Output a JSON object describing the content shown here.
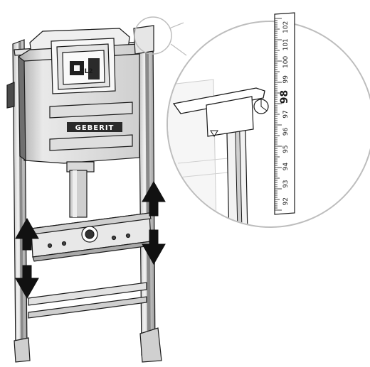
{
  "brand": {
    "logo_text": "GEBERIT",
    "cistern_badge": "CL2"
  },
  "ruler": {
    "tick_labels": [
      "102",
      "101",
      "100",
      "99",
      "98",
      "97",
      "96",
      "95",
      "94",
      "93",
      "92"
    ],
    "highlighted": "98"
  },
  "arrows": {
    "left_direction": "up-down",
    "right_direction": "up-down"
  },
  "colors": {
    "line": "#1a1a1a",
    "frame_fill": "#f4f4f4",
    "frame_shade": "#d8d8d8",
    "dark": "#222222",
    "callout": "#ffffff"
  }
}
